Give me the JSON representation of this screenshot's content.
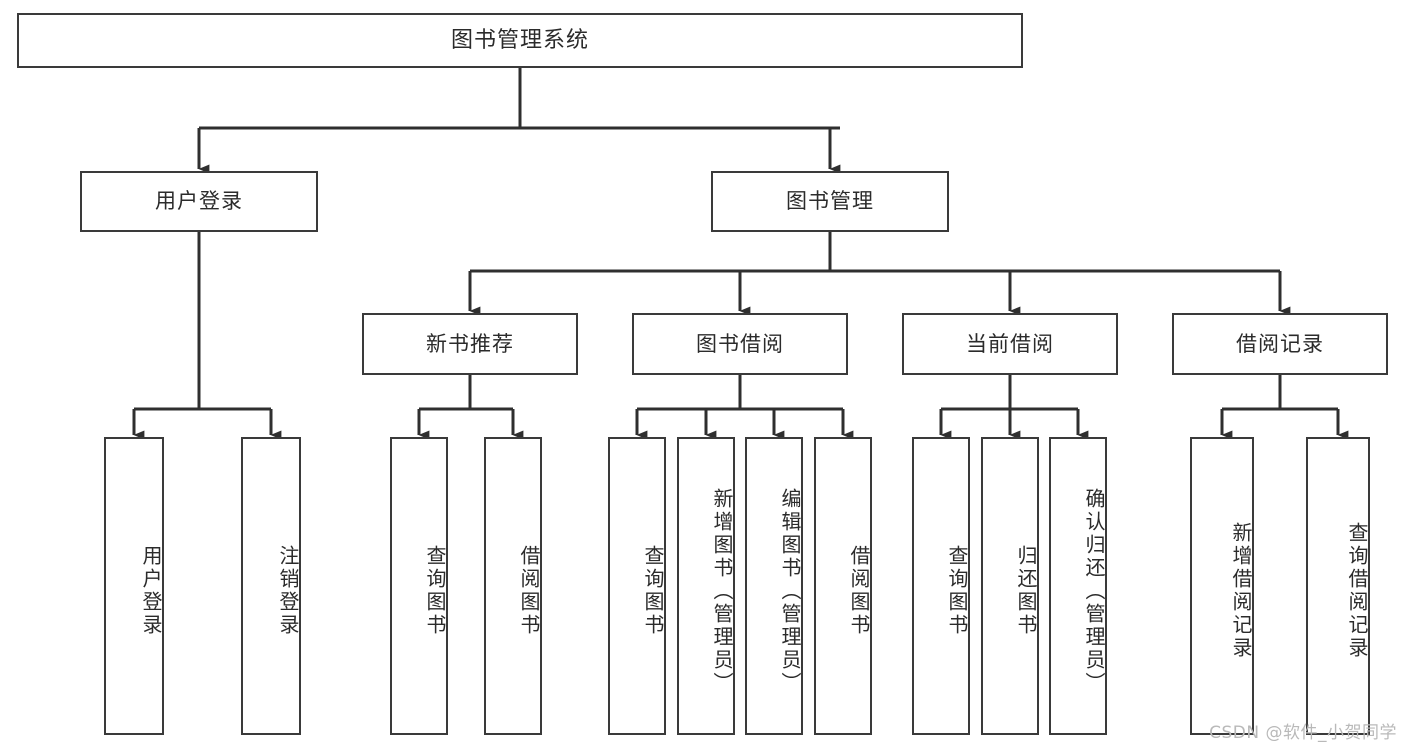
{
  "diagram": {
    "type": "tree-hierarchy",
    "title": "图书管理系统",
    "watermark": "CSDN @软件_小贺同学",
    "colors": {
      "box_border": "#3a3a3a",
      "box_fill": "#ffffff",
      "connector": "#2f2f2f",
      "text": "#2b2b2b",
      "watermark": "#b9b9b9",
      "background": "#ffffff"
    },
    "nodes": {
      "root": {
        "label": "图书管理系统",
        "level": 0
      },
      "level1": [
        {
          "id": "user-login",
          "label": "用户登录"
        },
        {
          "id": "book-management",
          "label": "图书管理"
        }
      ],
      "level2": [
        {
          "id": "new-book-recommend",
          "label": "新书推荐",
          "parent": "book-management"
        },
        {
          "id": "book-borrow",
          "label": "图书借阅",
          "parent": "book-management"
        },
        {
          "id": "current-borrow",
          "label": "当前借阅",
          "parent": "book-management"
        },
        {
          "id": "borrow-record",
          "label": "借阅记录",
          "parent": "book-management"
        }
      ],
      "leaves": {
        "user-login": [
          {
            "id": "leaf-user-login",
            "label": "用户登录"
          },
          {
            "id": "leaf-logout-login",
            "label": "注销登录"
          }
        ],
        "new-book-recommend": [
          {
            "id": "leaf-query-book-1",
            "label": "查询图书"
          },
          {
            "id": "leaf-borrow-book-1",
            "label": "借阅图书"
          }
        ],
        "book-borrow": [
          {
            "id": "leaf-query-book-2",
            "label": "查询图书"
          },
          {
            "id": "leaf-add-book",
            "label": "新增图书（管理员）"
          },
          {
            "id": "leaf-edit-book",
            "label": "编辑图书（管理员）"
          },
          {
            "id": "leaf-borrow-book-2",
            "label": "借阅图书"
          }
        ],
        "current-borrow": [
          {
            "id": "leaf-query-book-3",
            "label": "查询图书"
          },
          {
            "id": "leaf-return-book",
            "label": "归还图书"
          },
          {
            "id": "leaf-confirm-return",
            "label": "确认归还（管理员）"
          }
        ],
        "borrow-record": [
          {
            "id": "leaf-add-record",
            "label": "新增借阅记录"
          },
          {
            "id": "leaf-query-record",
            "label": "查询借阅记录"
          }
        ]
      }
    }
  }
}
